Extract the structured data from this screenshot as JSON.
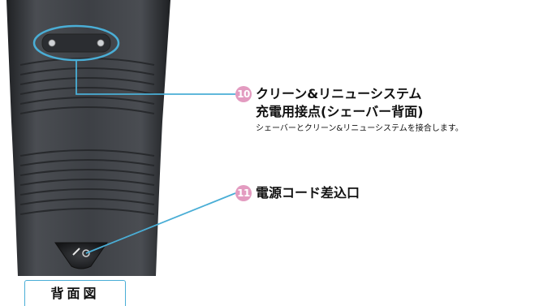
{
  "callouts": [
    {
      "number": "10",
      "title_line1": "クリーン&リニューシステム",
      "title_line2": "充電用接点(シェーバー背面)",
      "description": "シェーバーとクリーン&リニューシステムを接合します。"
    },
    {
      "number": "11",
      "title_line1": "電源コード差込口"
    }
  ],
  "view_label": "背面図",
  "colors": {
    "leader_line": "#4aaed6",
    "number_badge": "#e39bc0",
    "shaver_body": "#3a3d42"
  }
}
